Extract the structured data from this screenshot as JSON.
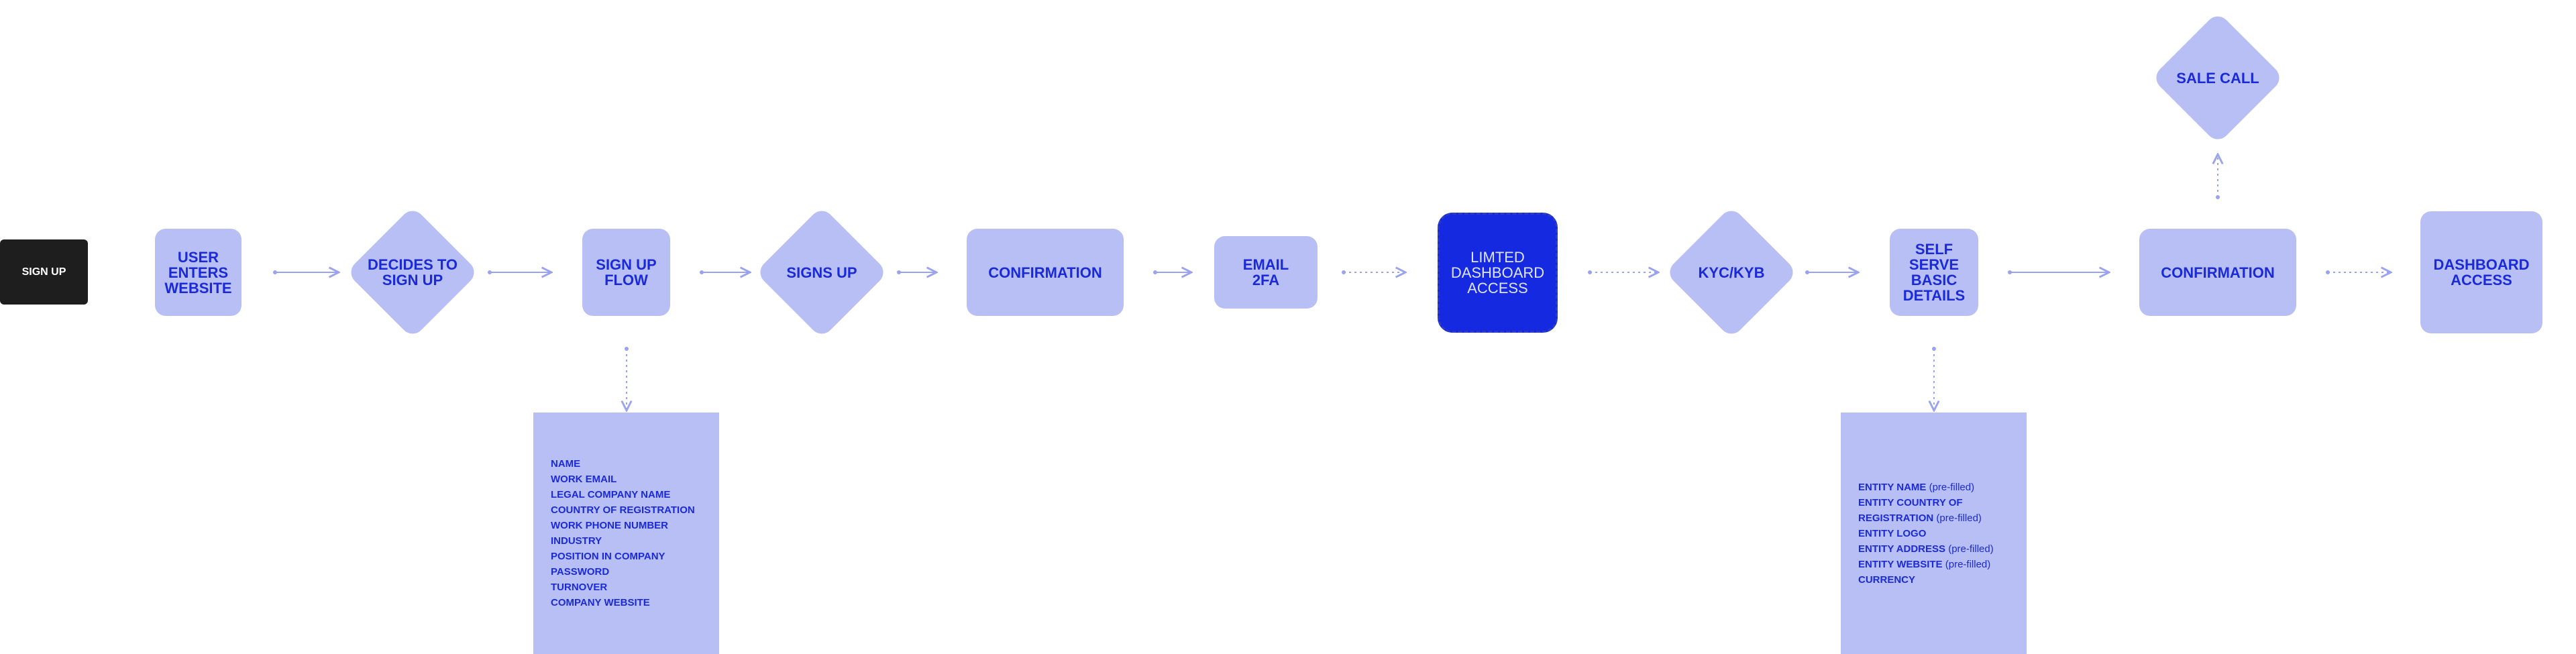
{
  "nodes": {
    "sign_up": "SIGN UP",
    "user_enters_website": "USER\nENTERS\nWEBSITE",
    "decides_to_sign_up": "DECIDES TO\nSIGN UP",
    "sign_up_flow": "SIGN UP\nFLOW",
    "signs_up": "SIGNS UP",
    "confirmation_1": "CONFIRMATION",
    "email_2fa": "EMAIL\n2FA",
    "limited_dashboard_access": "LIMTED\nDASHBOARD\nACCESS",
    "kyc_kyb": "KYC/KYB",
    "self_serve_basic_details": "SELF\nSERVE\nBASIC\nDETAILS",
    "confirmation_2": "CONFIRMATION",
    "sale_call": "SALE CALL",
    "dashboard_access": "DASHBOARD\nACCESS"
  },
  "sign_up_fields": [
    "NAME",
    "WORK EMAIL",
    "LEGAL COMPANY NAME",
    "COUNTRY OF REGISTRATION",
    "WORK PHONE NUMBER",
    "INDUSTRY",
    "POSITION IN COMPANY",
    "PASSWORD",
    "TURNOVER",
    "COMPANY WEBSITE"
  ],
  "entity_fields": [
    {
      "label": "ENTITY NAME",
      "note": " (pre-filled)"
    },
    {
      "label": "ENTITY COUNTRY OF",
      "note": ""
    },
    {
      "label": "REGISTRATION",
      "note": " (pre-filled)"
    },
    {
      "label": "ENTITY LOGO",
      "note": ""
    },
    {
      "label": "ENTITY ADDRESS",
      "note": " (pre-filled)"
    },
    {
      "label": "ENTITY WEBSITE",
      "note": " (pre-filled)"
    },
    {
      "label": "CURRENCY",
      "note": ""
    }
  ],
  "connectors": [
    {
      "from": "user_enters_website",
      "to": "decides_to_sign_up",
      "style": "solid"
    },
    {
      "from": "decides_to_sign_up",
      "to": "sign_up_flow",
      "style": "solid"
    },
    {
      "from": "sign_up_flow",
      "to": "signs_up",
      "style": "solid"
    },
    {
      "from": "signs_up",
      "to": "confirmation_1",
      "style": "solid"
    },
    {
      "from": "confirmation_1",
      "to": "email_2fa",
      "style": "solid"
    },
    {
      "from": "email_2fa",
      "to": "limited_dashboard_access",
      "style": "dotted"
    },
    {
      "from": "limited_dashboard_access",
      "to": "kyc_kyb",
      "style": "dotted"
    },
    {
      "from": "kyc_kyb",
      "to": "self_serve_basic_details",
      "style": "solid"
    },
    {
      "from": "self_serve_basic_details",
      "to": "confirmation_2",
      "style": "solid"
    },
    {
      "from": "confirmation_2",
      "to": "dashboard_access",
      "style": "dotted"
    },
    {
      "from": "sign_up_flow",
      "to": "sign_up_fields",
      "style": "dotted"
    },
    {
      "from": "self_serve_basic_details",
      "to": "entity_fields",
      "style": "dotted"
    },
    {
      "from": "confirmation_2",
      "to": "sale_call",
      "style": "dotted"
    }
  ],
  "colors": {
    "node_fill": "#b8bff5",
    "node_text": "#1a2ad8",
    "highlight_fill": "#1429e0",
    "start_fill": "#1e1e1e",
    "connector": "#9aa3ef"
  }
}
